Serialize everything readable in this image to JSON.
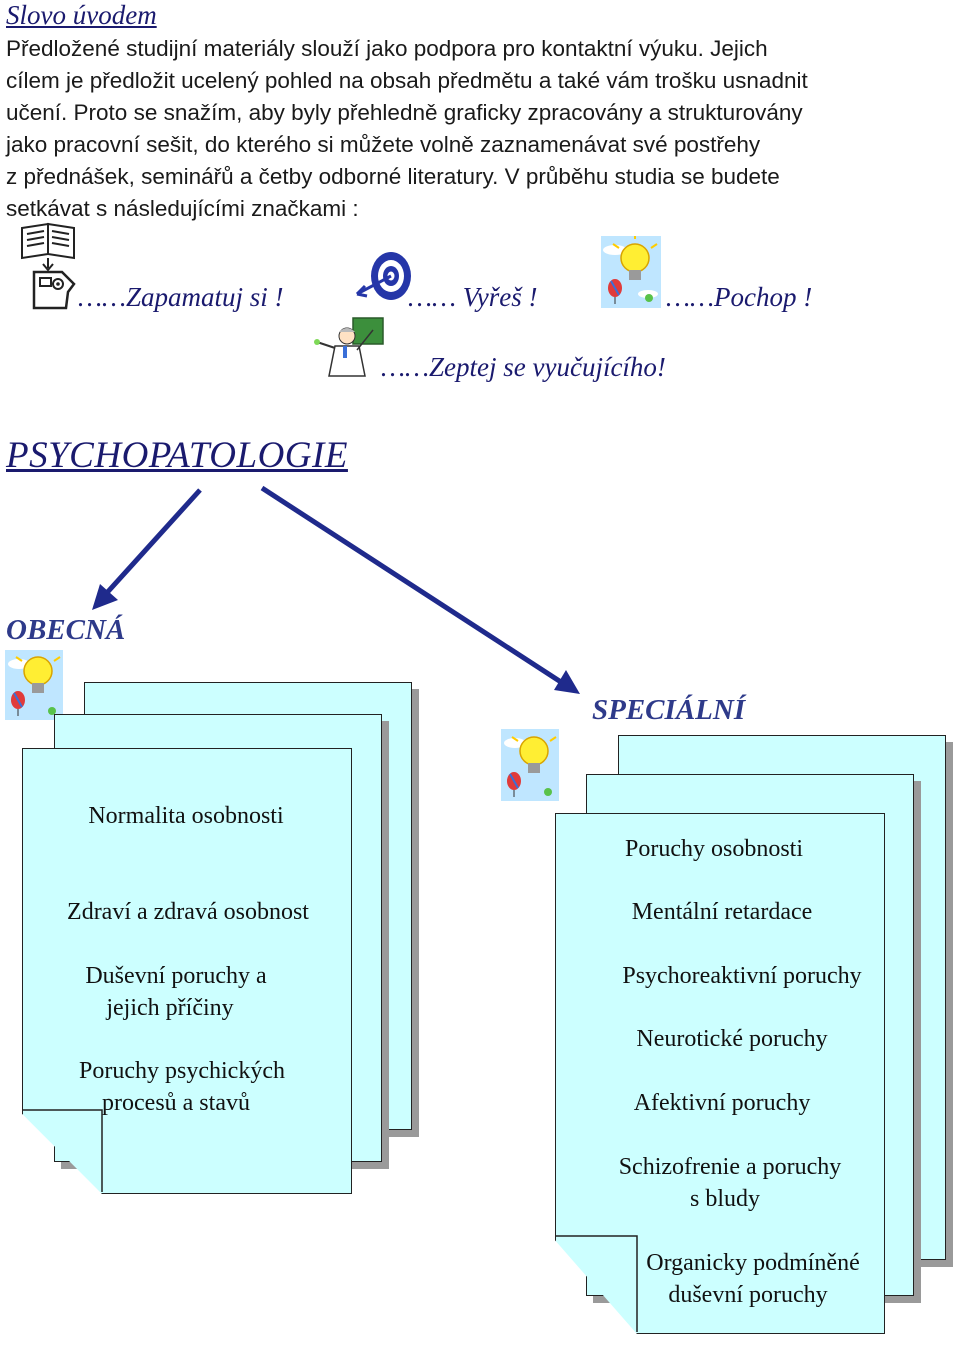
{
  "intro": {
    "heading": "Slovo úvodem",
    "lines": [
      "Předložené studijní materiály slouží jako podpora pro kontaktní výuku. Jejich",
      "cílem je předložit ucelený pohled na obsah předmětu a také vám trošku usnadnit",
      "učení. Proto se snažím, aby byly přehledně graficky zpracovány a strukturovány",
      "jako pracovní sešit, do kterého si můžete volně zaznamenávat své postřehy",
      "z přednášek, seminářů a četby odborné literatury. V průběhu studia se budete",
      "setkávat s následujícími značkami :"
    ]
  },
  "legend": {
    "remember": "……Zapamatuj si !",
    "solve": "…… Vyřeš !",
    "understand": "……Pochop !",
    "ask": "……Zeptej se vyučujícího!"
  },
  "main_title": "PSYCHOPATOLOGIE",
  "general": {
    "title": "OBECNÁ",
    "items": [
      "Normalita osobnosti",
      "Zdraví a zdravá osobnost",
      "Duševní poruchy a",
      "jejich příčiny",
      "Poruchy psychických",
      "procesů a stavů"
    ]
  },
  "special": {
    "title": "SPECIÁLNÍ",
    "items": [
      "Poruchy osobnosti",
      "Mentální retardace",
      "Psychoreaktivní poruchy",
      "Neurotické poruchy",
      "Afektivní poruchy",
      "Schizofrenie a poruchy",
      "s bludy",
      "Organicky podmíněné",
      "duševní poruchy"
    ]
  },
  "colors": {
    "text_blue": "#1a1a6e",
    "title_blue": "#2e3a8a",
    "arrow": "#1f2a8c",
    "page_fill": "#ccffff"
  },
  "icons": [
    "book-head-icon",
    "target-arrow-icon",
    "lightbulb-icon",
    "teacher-pointer-icon"
  ]
}
